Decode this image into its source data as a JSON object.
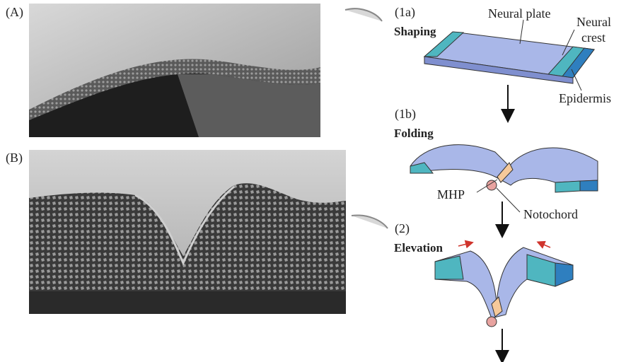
{
  "panel_a": {
    "label": "(A)"
  },
  "panel_b": {
    "label": "(B)"
  },
  "stages": [
    {
      "number": "(1a)",
      "name": "Shaping"
    },
    {
      "number": "(1b)",
      "name": "Folding"
    },
    {
      "number": "(2)",
      "name": "Elevation"
    }
  ],
  "structures": {
    "neural_plate": "Neural plate",
    "neural_crest_line1": "Neural",
    "neural_crest_line2": "crest",
    "epidermis": "Epidermis",
    "mhp": "MHP",
    "notochord": "Notochord"
  },
  "colors": {
    "neural_plate": "#a9b7e8",
    "neural_crest": "#4fb6c0",
    "epidermis": "#2f7fbf",
    "notochord": "#e8a3a0",
    "mhp": "#f6c99a"
  }
}
